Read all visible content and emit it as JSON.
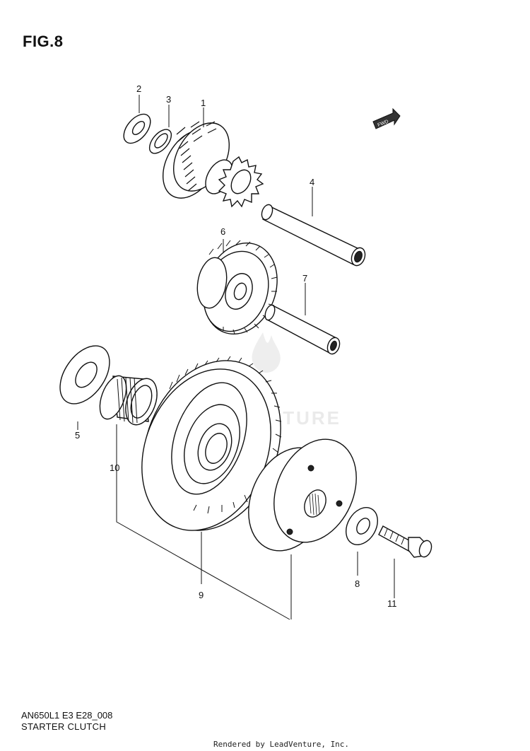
{
  "figure": {
    "title": "FIG.8",
    "model_code": "AN650L1 E3 E28_008",
    "caption": "STARTER CLUTCH",
    "credit": "Rendered by LeadVenture, Inc.",
    "watermark": "LEADVENTURE",
    "fwd_badge": "FWD"
  },
  "callouts": [
    {
      "id": "1",
      "label": "1"
    },
    {
      "id": "2",
      "label": "2"
    },
    {
      "id": "3",
      "label": "3"
    },
    {
      "id": "4",
      "label": "4"
    },
    {
      "id": "5",
      "label": "5"
    },
    {
      "id": "6",
      "label": "6"
    },
    {
      "id": "7",
      "label": "7"
    },
    {
      "id": "8",
      "label": "8"
    },
    {
      "id": "9",
      "label": "9"
    },
    {
      "id": "10",
      "label": "10"
    },
    {
      "id": "11",
      "label": "11"
    }
  ],
  "colors": {
    "line": "#111111",
    "watermark": "#e6e6e6",
    "fill": "#ffffff"
  }
}
